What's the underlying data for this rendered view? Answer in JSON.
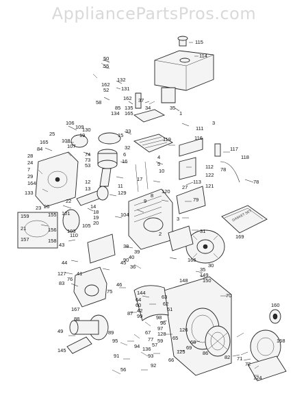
{
  "watermark": "AppliancePartsPros.com",
  "labels": {
    "l115": "115",
    "l114": "114",
    "l50": "50",
    "l55": "55",
    "l132": "132",
    "l162a": "162",
    "l52": "52",
    "l131": "131",
    "l58": "58",
    "l37": "37",
    "l162b": "162",
    "l85": "85",
    "l135": "135",
    "l134": "134",
    "l165a": "165",
    "l34": "34",
    "l35a": "35",
    "l1": "1",
    "l3a": "3",
    "l106": "106",
    "l25": "25",
    "l109": "109",
    "l165b": "165",
    "l108": "108",
    "l130": "130",
    "l84": "84",
    "l107": "107",
    "l33": "33",
    "l111": "111",
    "l15": "15",
    "l19a": "19",
    "l32": "32",
    "l119": "119",
    "l116": "116",
    "l117": "117",
    "l28": "28",
    "l74": "74",
    "l73": "73",
    "l24": "24",
    "l53": "53",
    "l6": "6",
    "l16": "16",
    "l4": "4",
    "l78a": "78",
    "l118": "118",
    "l7": "7",
    "l5": "5",
    "l10": "10",
    "l112": "112",
    "l122": "122",
    "l17": "17",
    "l12": "12",
    "l113": "113",
    "l78b": "78",
    "l133": "133",
    "l13": "13",
    "l11": "11",
    "l27": "27",
    "l121": "121",
    "l129": "129",
    "l9": "9",
    "l120": "120",
    "l22": "22",
    "l26": "26",
    "l23": "23",
    "l8": "8",
    "l79": "79",
    "l159": "159",
    "l155": "155",
    "l14": "14",
    "l101": "101",
    "l18": "18",
    "l19b": "19",
    "l20": "20",
    "l104": "104",
    "l3b": "3",
    "l31": "31",
    "l21": "21",
    "l156": "156",
    "l110": "110",
    "l105": "105",
    "l103": "103",
    "l157": "157",
    "l158": "158",
    "l2": "2",
    "l169": "169",
    "l43": "43",
    "l39": "39",
    "l38": "38",
    "l166": "166",
    "l90": "90",
    "l40": "40",
    "l45": "45",
    "l44": "44",
    "l36": "36",
    "l127": "127",
    "l41": "41",
    "l35b": "35",
    "l149": "149",
    "l76": "76",
    "l30": "30",
    "l150": "150",
    "l46": "46",
    "l148": "148",
    "l75": "75",
    "l83": "83",
    "l144": "144",
    "l64": "64",
    "l60": "60",
    "l70": "70",
    "l87": "87",
    "l98": "98",
    "l42": "42",
    "l99": "99",
    "l167": "167",
    "l160": "160",
    "l88": "88",
    "l96": "96",
    "l97": "97",
    "l128": "128",
    "l126": "126",
    "l65": "65",
    "l89": "89",
    "l59": "59",
    "l145": "145",
    "l95": "95",
    "l86": "86",
    "l68": "68",
    "l168": "168",
    "l94": "94",
    "l136": "136",
    "l91": "91",
    "l93": "93",
    "l125": "125",
    "l69": "69",
    "l82": "82",
    "l71": "71",
    "l92": "92",
    "l72": "72",
    "l56": "56",
    "l124": "124",
    "l66": "66",
    "l49": "49",
    "l77": "77",
    "l57": "57",
    "l63": "63",
    "l62": "62",
    "l61": "61",
    "l67": "67",
    "l29": "29",
    "l164": "164"
  },
  "kit_text": "GASKET SET"
}
